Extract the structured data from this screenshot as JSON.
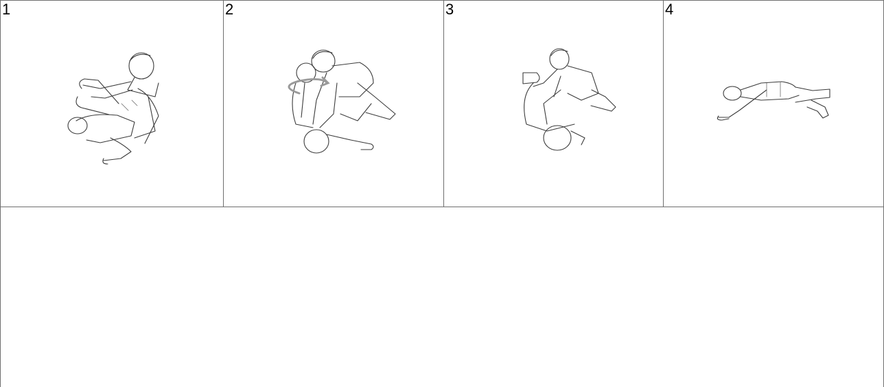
{
  "steps": [
    {
      "number": "1",
      "icon": "recovery-position-step-1-illustration"
    },
    {
      "number": "2",
      "icon": "recovery-position-step-2-illustration"
    },
    {
      "number": "3",
      "icon": "recovery-position-step-3-illustration"
    },
    {
      "number": "4",
      "icon": "recovery-position-step-4-illustration"
    }
  ],
  "lower_cell": {
    "content": ""
  },
  "colors": {
    "border": "#6e6e6e",
    "background": "#ffffff",
    "ink": "#3a3a3a"
  }
}
